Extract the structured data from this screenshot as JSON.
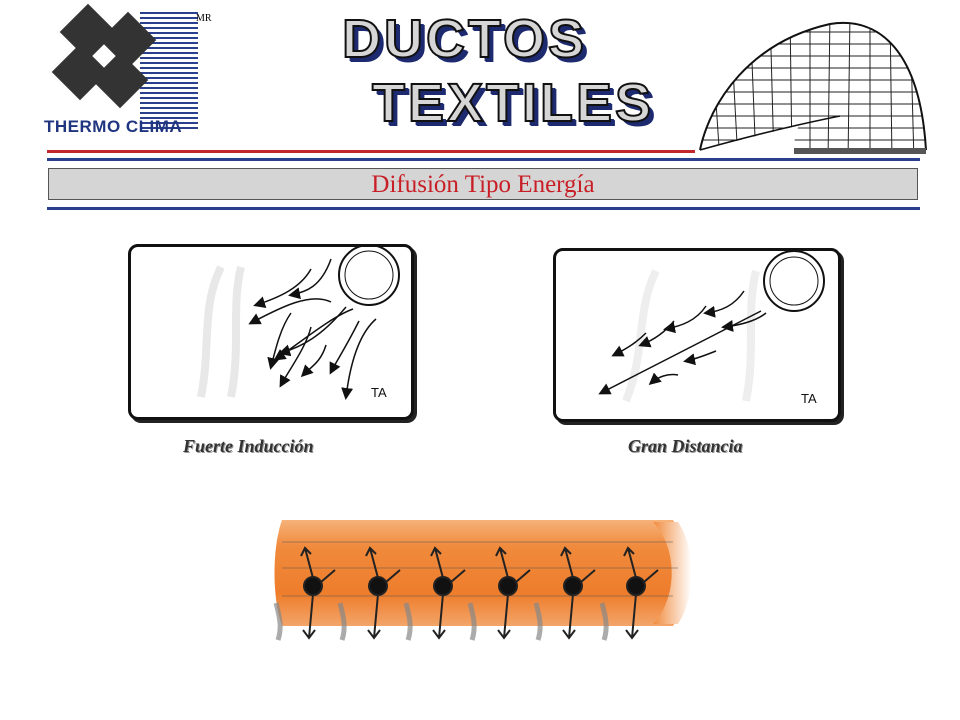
{
  "logo": {
    "company_name": "THERMO CLIMA",
    "trademark": "MR"
  },
  "title": {
    "line1": "DUCTOS",
    "line2": "TEXTILES"
  },
  "subtitle": "Difusión Tipo Energía",
  "diagrams": [
    {
      "caption": "Fuerte Inducción",
      "label": "TA"
    },
    {
      "caption": "Gran Distancia",
      "label": "TA"
    }
  ],
  "colors": {
    "brand_blue": "#2b3f8f",
    "accent_red": "#c2272d",
    "subtitle_red": "#c81f26",
    "duct_orange": "#f08a3c"
  }
}
